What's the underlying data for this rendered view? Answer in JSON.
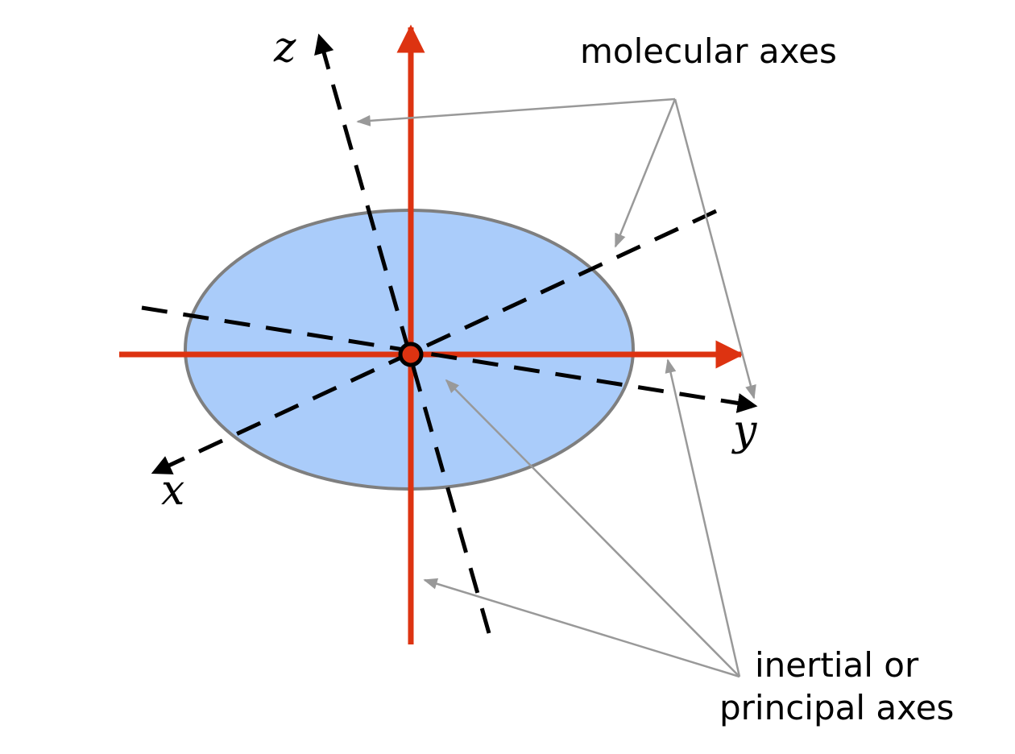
{
  "labels": {
    "molecular_axes": "molecular axes",
    "inertial_line1": "inertial or",
    "inertial_line2": "principal axes"
  },
  "axes": {
    "z": "z",
    "y": "y",
    "x": "x"
  },
  "colors": {
    "principal_axis": "#dd3311",
    "molecular_axis": "#000000",
    "ellipse_fill": "#aaccfa",
    "ellipse_stroke": "#7f7f7f",
    "pointer": "#999999",
    "center_fill": "#dd3311"
  }
}
